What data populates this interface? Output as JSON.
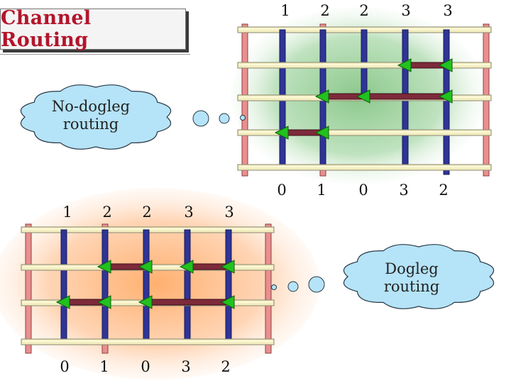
{
  "title": "Channel Routing",
  "top_diagram": {
    "top_pins": [
      "1",
      "2",
      "2",
      "3",
      "3"
    ],
    "bottom_pins": [
      "0",
      "1",
      "0",
      "3",
      "2"
    ],
    "cloud_label": "No-dogleg\nrouting"
  },
  "bottom_diagram": {
    "top_pins": [
      "1",
      "2",
      "2",
      "3",
      "3"
    ],
    "bottom_pins": [
      "0",
      "1",
      "0",
      "3",
      "2"
    ],
    "cloud_label": "Dogleg\nrouting"
  },
  "colors": {
    "title_text": "#b3152b",
    "horizontal_rail": "#f3eec0",
    "vertical_rail": "#e98f8f",
    "blue_wire": "#2f3496",
    "track_wire": "#7d2a3a",
    "contact": "#22c11f",
    "cloud": "#b5e3f7"
  }
}
